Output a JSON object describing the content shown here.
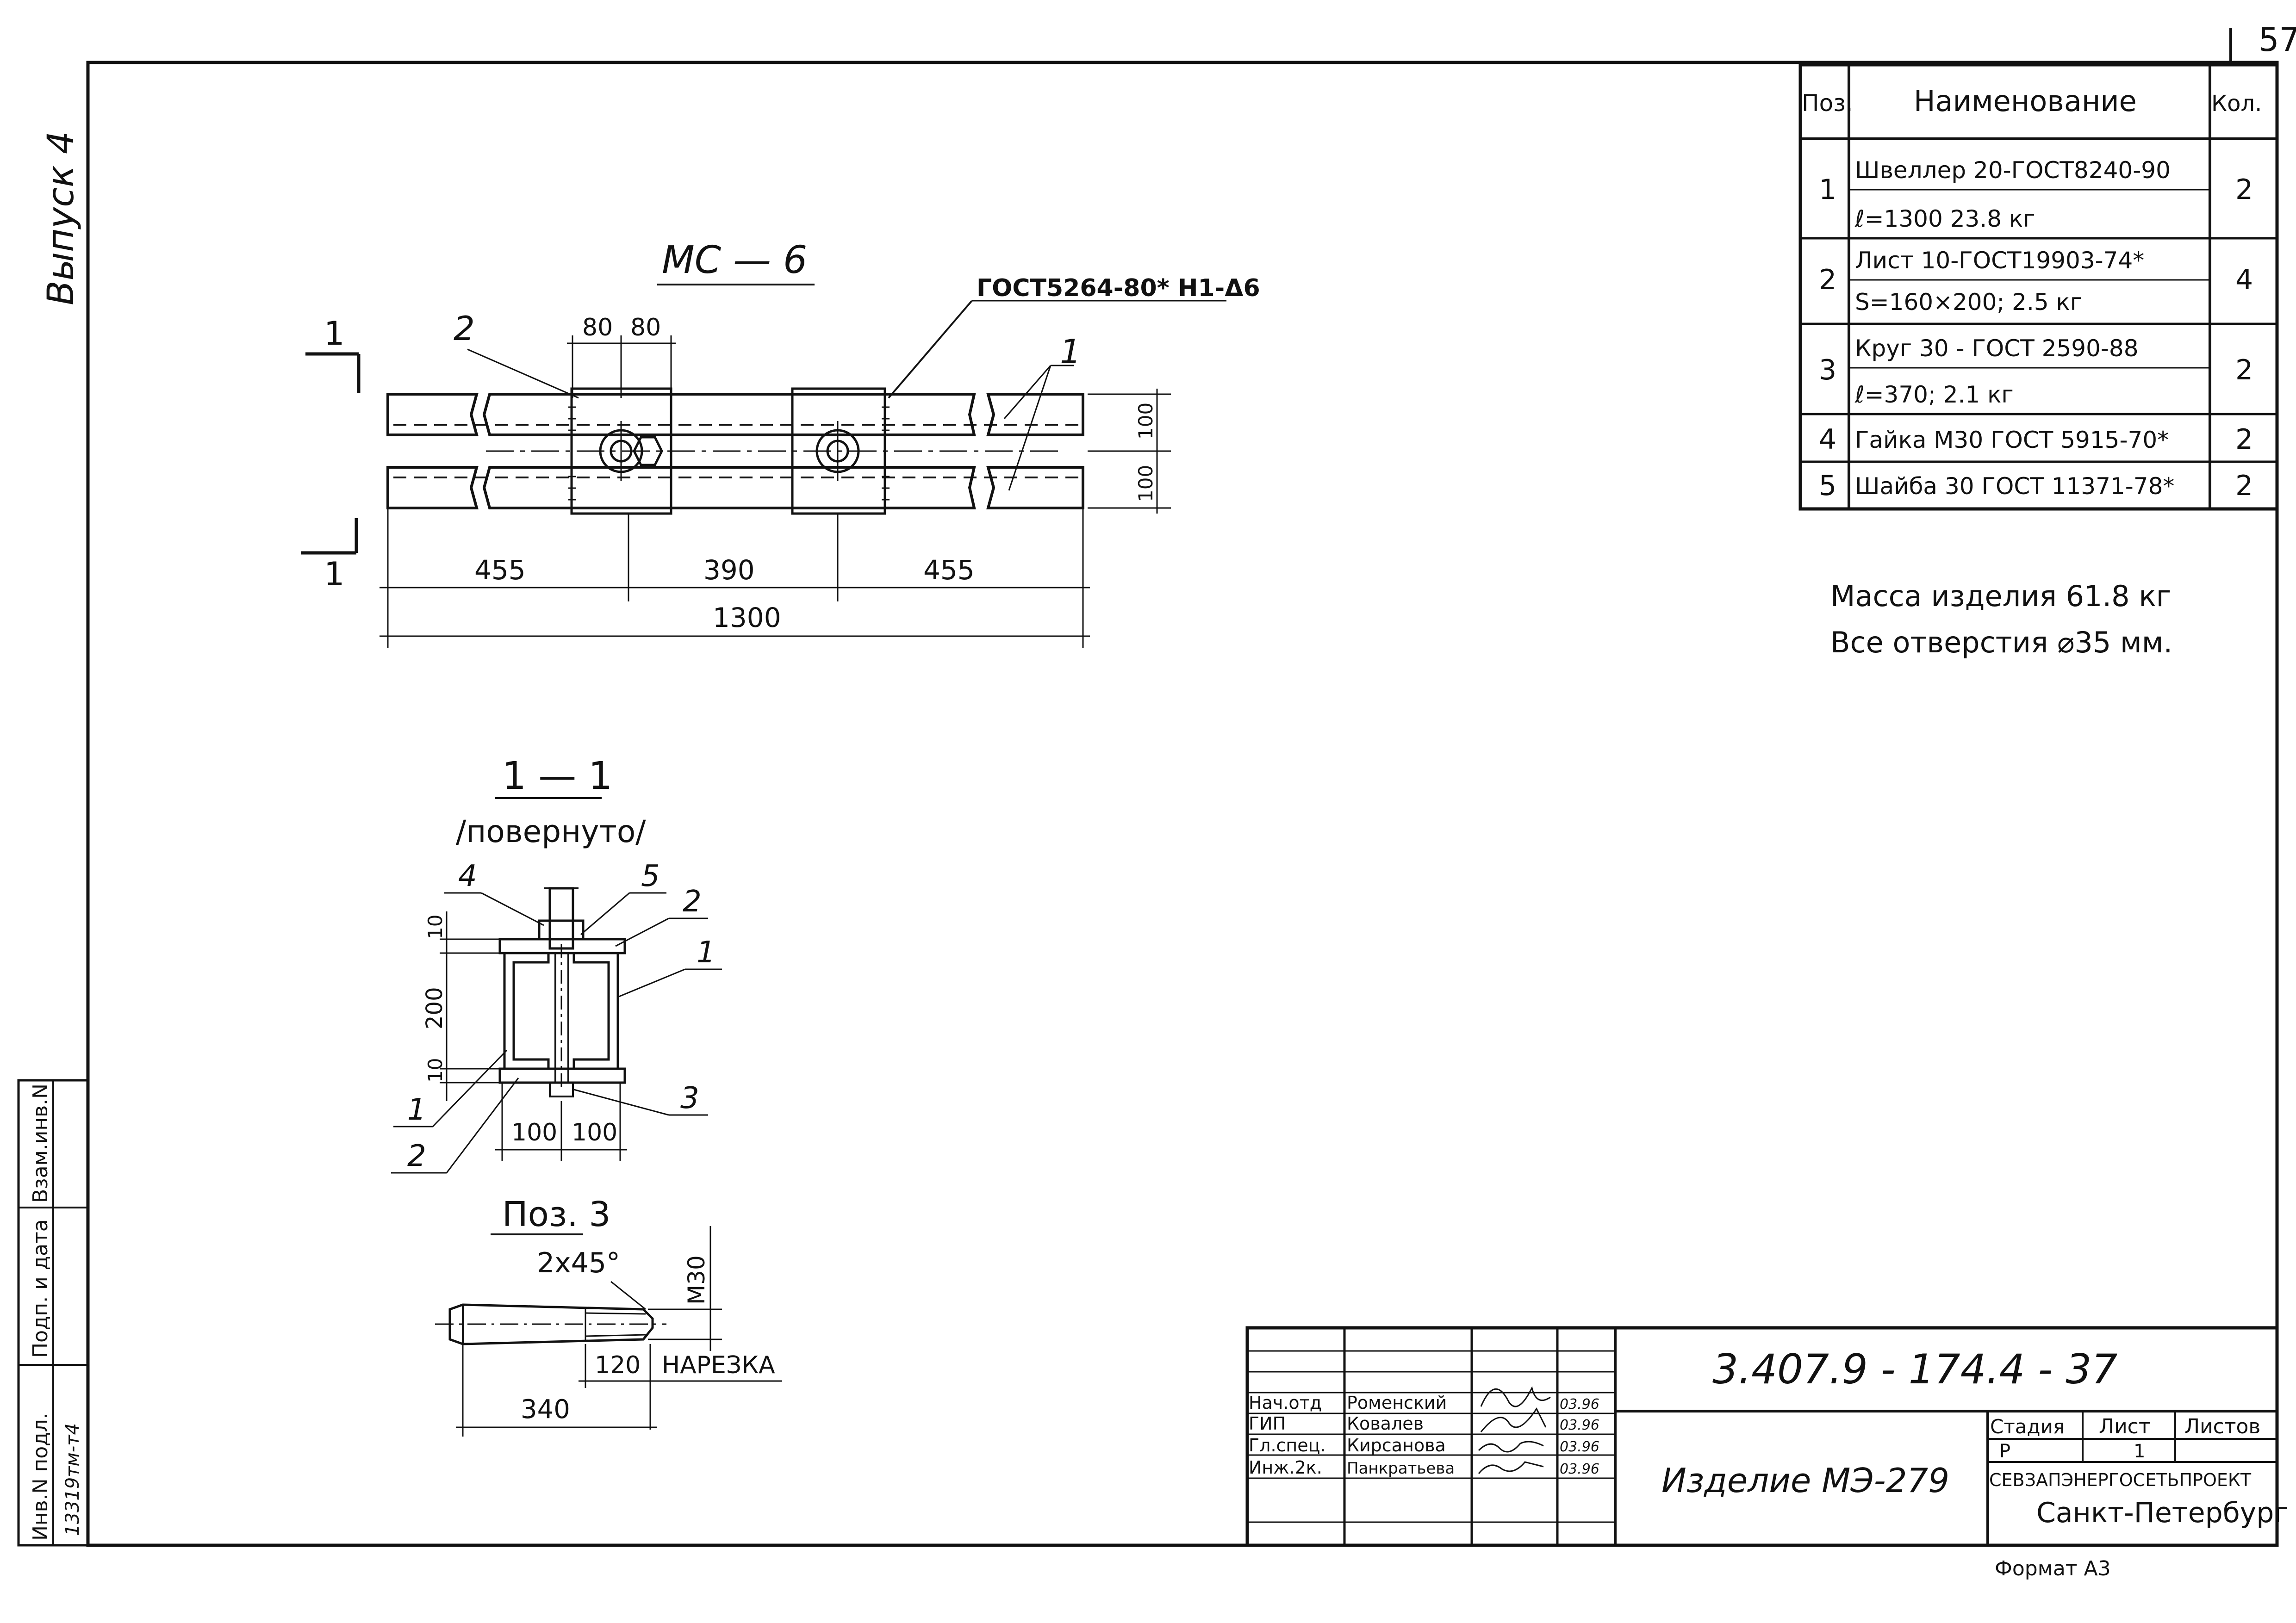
{
  "side_label": "Выпуск 4",
  "page_corner": "57",
  "main_view": {
    "title": "МС — 6",
    "weld_note": "ГОСТ5264-80* Н1-Δ6",
    "section_mark": "1",
    "pos_labels": [
      "2",
      "1"
    ],
    "dims_top": [
      "80",
      "80"
    ],
    "dims_side": [
      "100",
      "100"
    ],
    "dims_bottom": [
      "455",
      "390",
      "455"
    ],
    "total": "1300"
  },
  "section_view": {
    "title": "1 — 1",
    "subtitle": "/повернуто/",
    "pos_labels": [
      "4",
      "5",
      "2",
      "1",
      "1",
      "2",
      "3"
    ],
    "dims_left": [
      "10",
      "200",
      "10"
    ],
    "dims_bottom": [
      "100",
      "100"
    ]
  },
  "detail_view": {
    "title": "Поз. 3",
    "chamfer": "2х45°",
    "thread_size": "М30",
    "thread_len": "120",
    "thread_label": "НАРЕЗКА",
    "length": "340"
  },
  "spec_table": {
    "headers": [
      "Поз.",
      "Наименование",
      "Кол."
    ],
    "rows": [
      {
        "pos": "1",
        "name": [
          "Швеллер 20-ГОСТ8240-90",
          "ℓ=1300   23.8 кг"
        ],
        "qty": "2"
      },
      {
        "pos": "2",
        "name": [
          "Лист 10-ГОСТ19903-74*",
          "S=160×200;   2.5 кг"
        ],
        "qty": "4"
      },
      {
        "pos": "3",
        "name": [
          "Круг 30 - ГОСТ 2590-88",
          "ℓ=370;   2.1 кг"
        ],
        "qty": "2"
      },
      {
        "pos": "4",
        "name": [
          "Гайка М30 ГОСТ 5915-70*"
        ],
        "qty": "2"
      },
      {
        "pos": "5",
        "name": [
          "Шайба 30  ГОСТ 11371-78*"
        ],
        "qty": "2"
      }
    ]
  },
  "notes": [
    "Масса изделия 61.8 кг",
    "Все отверстия ⌀35 мм."
  ],
  "left_strip": {
    "labels": [
      "Инв.N подл.",
      "Подп. и дата",
      "Взам.инв.N"
    ],
    "inv_value": "13319тм-т4"
  },
  "title_block": {
    "signers": [
      {
        "role": "Нач.отд",
        "name": "Роменский",
        "date": "03.96"
      },
      {
        "role": "ГИП",
        "name": "Ковалев",
        "date": "03.96"
      },
      {
        "role": "Гл.спец.",
        "name": "Кирсанова",
        "date": "03.96"
      },
      {
        "role": "Инж.2к.",
        "name": "Панкратьева",
        "date": "03.96"
      }
    ],
    "doc_code": "3.407.9 - 174.4 - 37",
    "product": "Изделие МЭ-279",
    "stage_header": "Стадия",
    "sheet_header": "Лист",
    "sheets_header": "Листов",
    "stage": "Р",
    "sheet": "1",
    "sheets": "",
    "org": "СЕВЗАПЭНЕРГОСЕТЬПРОЕКТ",
    "city": "Санкт-Петербург"
  },
  "format": "Формат А3"
}
